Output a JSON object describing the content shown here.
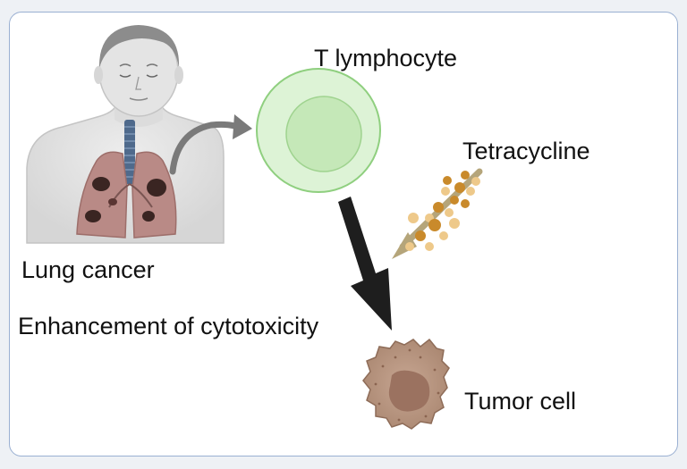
{
  "labels": {
    "t_lymphocyte": "T lymphocyte",
    "tetracycline": "Tetracycline",
    "lung_cancer": "Lung cancer",
    "enhancement": "Enhancement of cytotoxicity",
    "tumor_cell": "Tumor cell"
  },
  "colors": {
    "panel_border": "#9ab0d2",
    "skin": "#e6e6e6",
    "skin_shadow": "#c9c9c9",
    "lung": "#b98a86",
    "lung_tumor": "#3a2522",
    "trachea": "#4f6a8c",
    "tcell_outer": "#ddf3d6",
    "tcell_inner": "#c5e8b8",
    "tcell_stroke": "#8fcf7f",
    "drug_dark": "#c98a2b",
    "drug_light": "#eec98a",
    "drug_arrow": "#b5a57a",
    "big_arrow": "#1e1e1e",
    "small_arrow": "#7a7a7a",
    "tumor_outer": "#b79580",
    "tumor_inner": "#9b7260"
  },
  "icons": {
    "patient": "human-bust-with-lungs-icon",
    "tcell": "lymphocyte-cell-icon",
    "drug": "tetracycline-particles-icon",
    "tumor": "tumor-cell-icon"
  }
}
